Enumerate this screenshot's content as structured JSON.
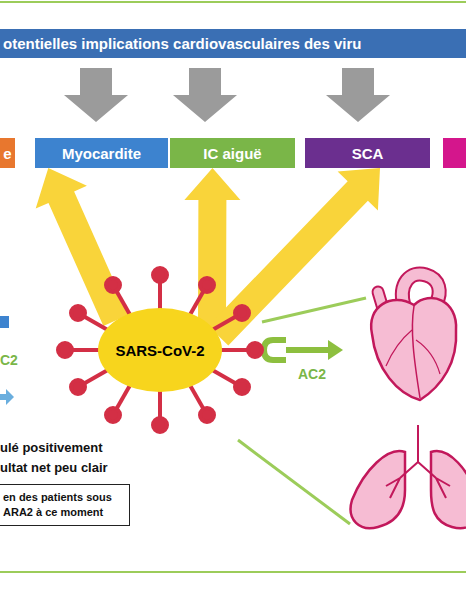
{
  "diagram": {
    "title": "otentielles implications cardiovasculaires des viru",
    "nodes": [
      {
        "text": [
          "e"
        ]
      },
      {
        "text": [
          "Myocardite"
        ]
      },
      {
        "text": [
          "IC aiguë"
        ]
      },
      {
        "text": [
          "SCA"
        ]
      },
      {
        "text": [
          "SARS-CoV-2"
        ]
      },
      {
        "text": [
          "en des patients sous ARA2 à ce moment"
        ]
      }
    ],
    "edges": [
      {
        "from": 4,
        "to": 1,
        "arrow": "to"
      },
      {
        "from": 4,
        "to": 2,
        "arrow": "to"
      },
      {
        "from": 4,
        "to": 3,
        "arrow": "to"
      }
    ],
    "labels": [
      "C2",
      "AC2",
      "ulé positivement",
      "ultat net peu clair"
    ]
  }
}
